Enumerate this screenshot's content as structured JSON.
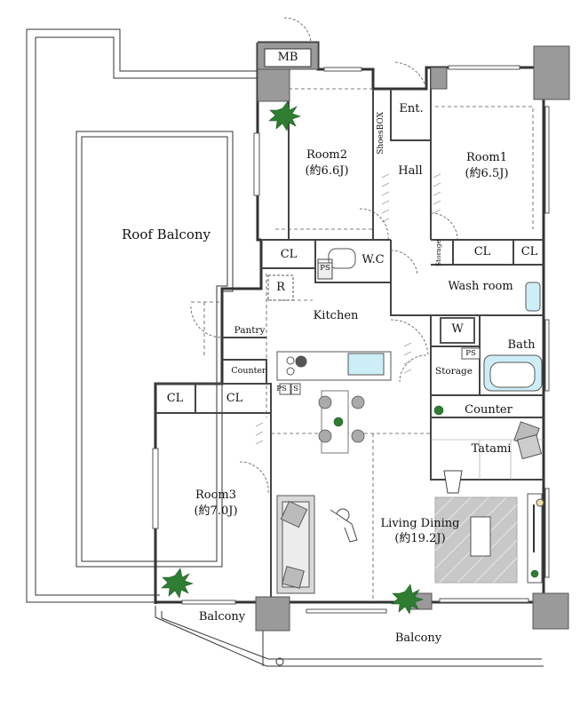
{
  "rooms": {
    "roof_balcony": "Roof Balcony",
    "mb": "MB",
    "ent": "Ent.",
    "shoes_box": "ShoesBOX",
    "hall": "Hall",
    "room2_name": "Room2",
    "room2_size": "(約6.6J)",
    "room1_name": "Room1",
    "room1_size": "(約6.5J)",
    "cl": "CL",
    "ps": "PS",
    "wc": "W.C",
    "storage": "Storage",
    "wash_room": "Wash room",
    "r": "R",
    "kitchen": "Kitchen",
    "pantry": "Pantry",
    "counter": "Counter",
    "w": "W",
    "bath": "Bath",
    "s": "S",
    "tatami": "Tatami",
    "room3_name": "Room3",
    "room3_size": "(約7.0J)",
    "living_name": "Living Dining",
    "living_size": "(約19.2J)",
    "balcony": "Balcony"
  },
  "colors": {
    "wall": "#333333",
    "pillar": "#9a9a9a",
    "plant": "#2e7d32",
    "rug": "#c8c8c8",
    "sofa": "#d9d9d9",
    "sink": "#cdeef6"
  }
}
